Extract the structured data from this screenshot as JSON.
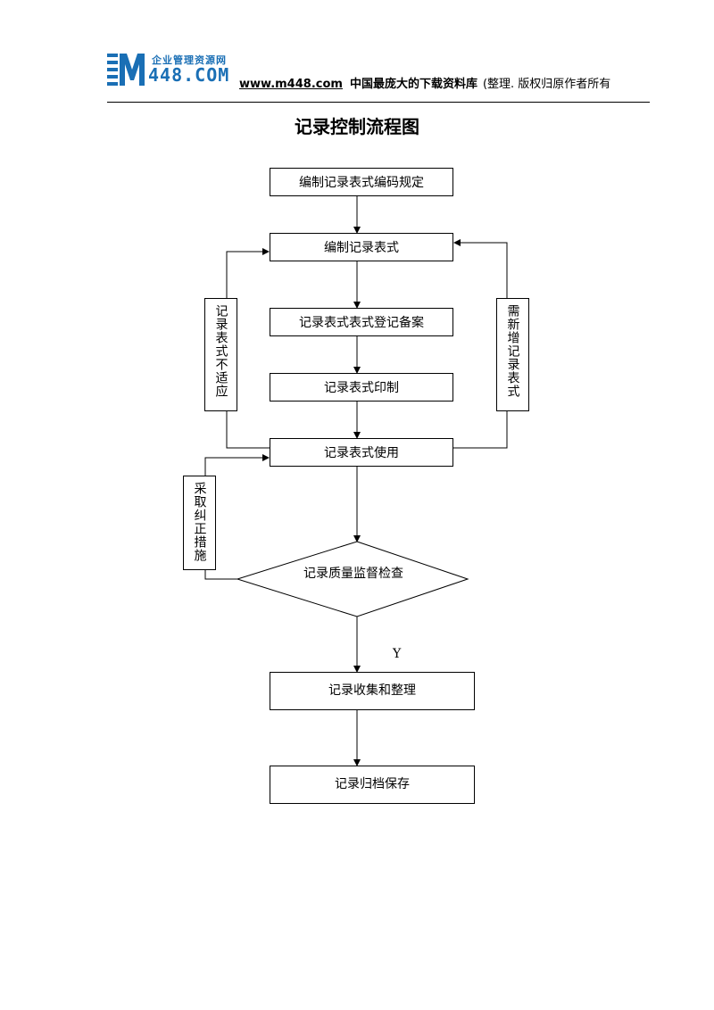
{
  "header": {
    "logo_sub": "企业管理资源网",
    "logo_main": "448.COM",
    "url": "www.m448.com",
    "tagline": "中国最庞大的下载资料库",
    "note": "(整理. 版权归原作者所有"
  },
  "title": "记录控制流程图",
  "nodes": {
    "step1": "编制记录表式编码规定",
    "step2": "编制记录表式",
    "step3": "记录表式表式登记备案",
    "step4": "记录表式印制",
    "step5": "记录表式使用",
    "decision": "记录质量监督检查",
    "step6": "记录收集和整理",
    "step7": "记录归档保存"
  },
  "side_labels": {
    "left_loop": "记录表式不适应",
    "right_loop": "需新增记录表式",
    "corrective": "采取纠正措施"
  },
  "edge_labels": {
    "yes": "Y"
  }
}
